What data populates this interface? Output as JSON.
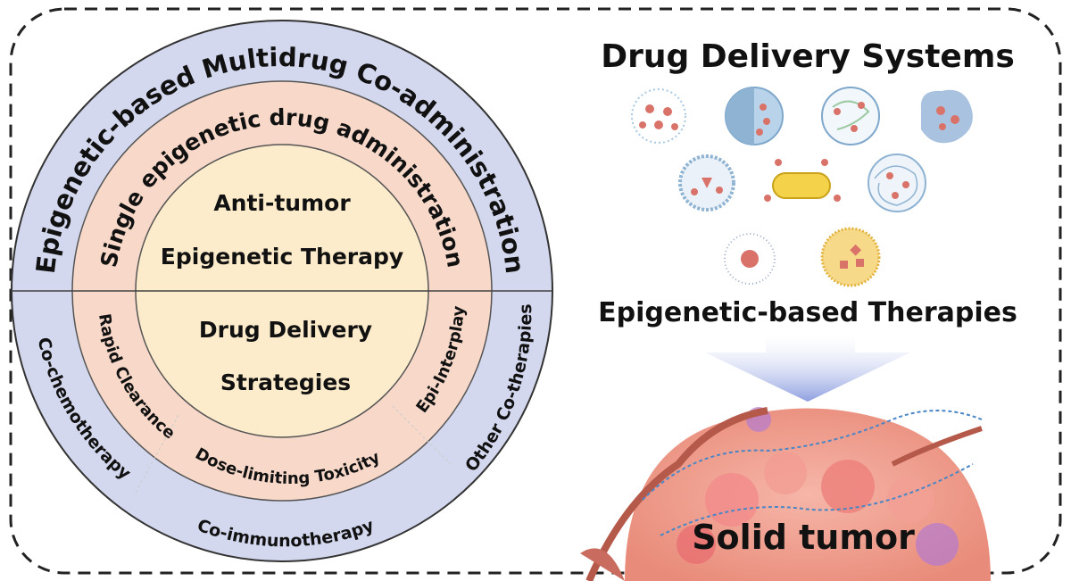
{
  "outer_ring": {
    "top_label": "Epigenetic-based Multidrug Co-administration",
    "segments": [
      "Co-chemotherapy",
      "Co-immunotherapy",
      "Other Co-therapies"
    ]
  },
  "middle_ring": {
    "top_label": "Single epigenetic drug administration",
    "segments": [
      "Rapid Clearance",
      "Dose-limiting Toxicity",
      "Epi-Interplay"
    ]
  },
  "center": {
    "upper_line1": "Anti-tumor",
    "upper_line2": "Epigenetic Therapy",
    "lower_line1": "Drug Delivery",
    "lower_line2": "Strategies"
  },
  "right_panel": {
    "title": "Drug Delivery Systems",
    "subtitle": "Epigenetic-based Therapies",
    "tumor_label": "Solid tumor"
  },
  "colors": {
    "outer_ring": "#d3d8ee",
    "middle_ring": "#f7d8c9",
    "center": "#fdeccb",
    "arrow": "#9aa8e0",
    "frame": "#222222"
  }
}
